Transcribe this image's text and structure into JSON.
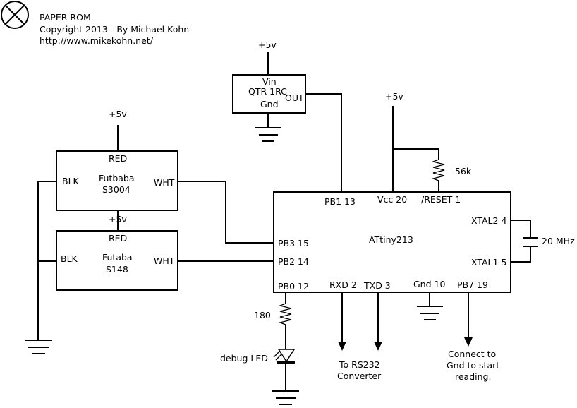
{
  "header": {
    "title": "PAPER-ROM",
    "copyright": "Copyright 2013 - By Michael Kohn",
    "url": "http://www.mikekohn.net/"
  },
  "sensor": {
    "supply": "+5v",
    "vin": "Vin",
    "name": "QTR-1RC",
    "gnd": "Gnd",
    "out": "OUT"
  },
  "servo_top": {
    "supply": "+5v",
    "red": "RED",
    "blk": "BLK",
    "wht": "WHT",
    "line1": "Futbaba",
    "line2": "S3004"
  },
  "servo_bottom": {
    "supply": "+5v",
    "red": "RED",
    "blk": "BLK",
    "wht": "WHT",
    "line1": "Futaba",
    "line2": "S148"
  },
  "mcu": {
    "supply": "+5v",
    "name": "ATtiny213",
    "pb1": "PB1 13",
    "vcc": "Vcc 20",
    "reset": "/RESET 1",
    "xtal2": "XTAL2 4",
    "xtal1": "XTAL1 5",
    "pb3": "PB3 15",
    "pb2": "PB2 14",
    "pb0": "PB0 12",
    "rxd": "RXD 2",
    "txd": "TXD 3",
    "gnd": "Gnd 10",
    "pb7": "PB7 19"
  },
  "components": {
    "pullup": "56k",
    "crystal": "20 MHz",
    "led_resistor": "180",
    "led": "debug LED"
  },
  "notes": {
    "rs232_line1": "To RS232",
    "rs232_line2": "Converter",
    "pb7_line1": "Connect to",
    "pb7_line2": "Gnd to start",
    "pb7_line3": "reading."
  }
}
